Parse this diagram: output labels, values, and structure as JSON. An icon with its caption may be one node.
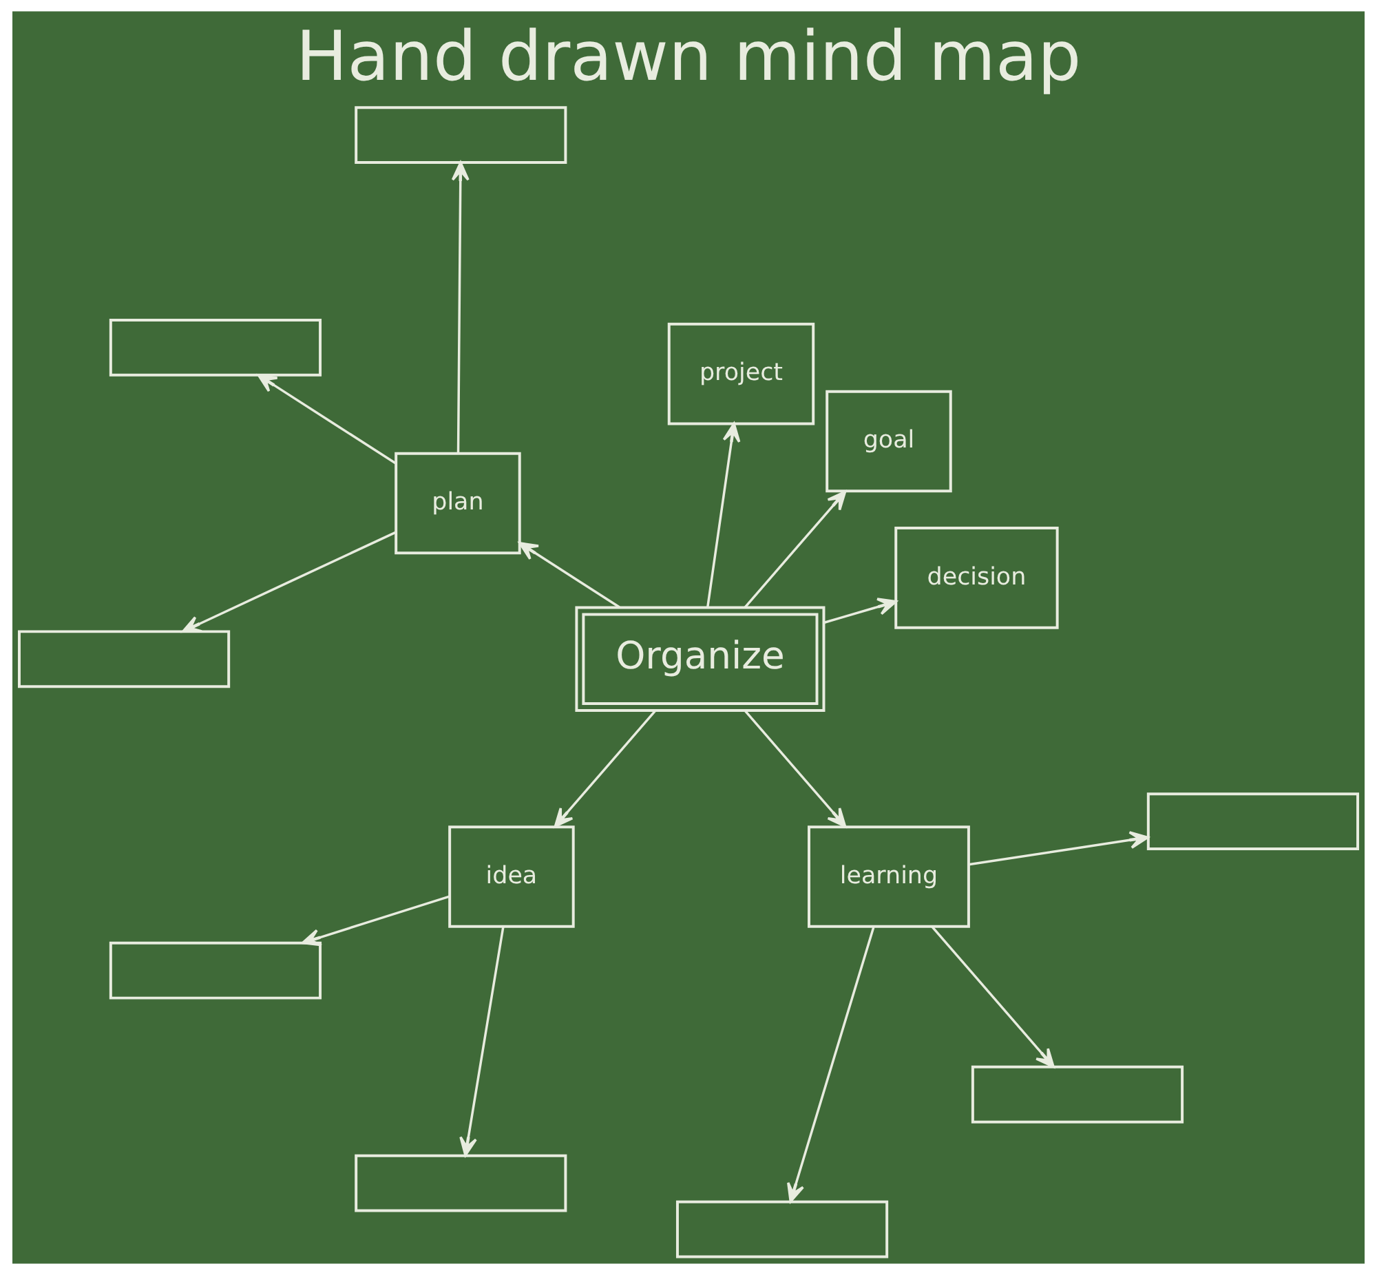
{
  "diagram": {
    "title": "Hand drawn mind map",
    "nodes": [
      {
        "text": [
          "Organize"
        ]
      },
      {
        "text": [
          "decision"
        ]
      },
      {
        "text": [
          "goal"
        ]
      },
      {
        "text": [
          "project"
        ]
      },
      {
        "text": [
          "plan"
        ]
      },
      {
        "text": [
          "idea"
        ]
      },
      {
        "text": [
          "learning"
        ]
      },
      {
        "text": [],
        "shape": "box"
      },
      {
        "text": [],
        "shape": "box"
      },
      {
        "text": [],
        "shape": "box"
      },
      {
        "text": [],
        "shape": "box"
      },
      {
        "text": [],
        "shape": "box"
      },
      {
        "text": [],
        "shape": "box"
      },
      {
        "text": [],
        "shape": "box"
      },
      {
        "text": [],
        "shape": "box"
      }
    ],
    "edges": [
      {
        "from": 0,
        "to": 1,
        "arrow": "to"
      },
      {
        "from": 0,
        "to": 2,
        "arrow": "to"
      },
      {
        "from": 0,
        "to": 3,
        "arrow": "to"
      },
      {
        "from": 0,
        "to": 4,
        "arrow": "to"
      },
      {
        "from": 0,
        "to": 5,
        "arrow": "to"
      },
      {
        "from": 0,
        "to": 6,
        "arrow": "to"
      },
      {
        "from": 4,
        "to": 7,
        "arrow": "to"
      },
      {
        "from": 4,
        "to": 8,
        "arrow": "to"
      },
      {
        "from": 4,
        "to": 9,
        "arrow": "to"
      },
      {
        "from": 5,
        "to": 10,
        "arrow": "to"
      },
      {
        "from": 5,
        "to": 11,
        "arrow": "to"
      },
      {
        "from": 6,
        "to": 12,
        "arrow": "to"
      },
      {
        "from": 6,
        "to": 13,
        "arrow": "to"
      },
      {
        "from": 6,
        "to": 14,
        "arrow": "to"
      }
    ]
  }
}
